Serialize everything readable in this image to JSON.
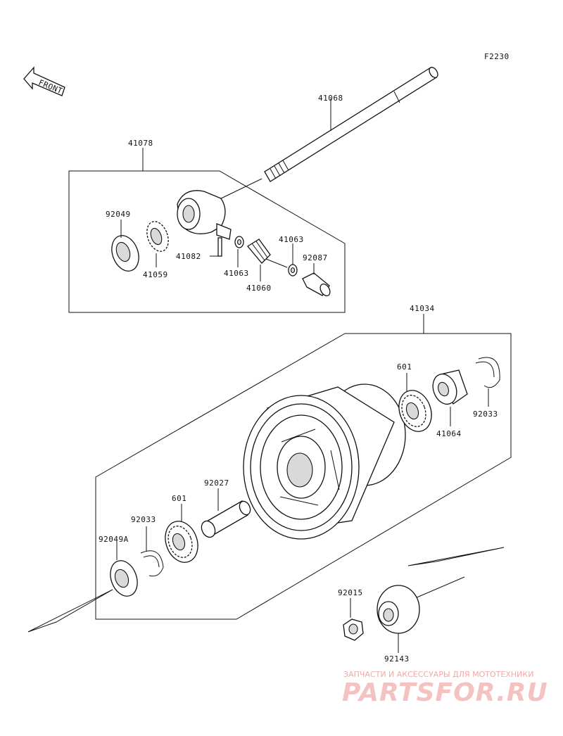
{
  "figure_code": "F2230",
  "direction_label": "FRONT",
  "labels": {
    "p41068": "41068",
    "p41078": "41078",
    "p92049": "92049",
    "p41059": "41059",
    "p41082": "41082",
    "p41063a": "41063",
    "p41063b": "41063",
    "p92087": "92087",
    "p41060": "41060",
    "p41034": "41034",
    "p601a": "601",
    "p41064": "41064",
    "p92033a": "92033",
    "p92027": "92027",
    "p601b": "601",
    "p92033b": "92033",
    "p92049A": "92049A",
    "p92015": "92015",
    "p92143": "92143"
  },
  "watermark": {
    "tagline": "ЗАПЧАСТИ И АКСЕССУАРЫ ДЛЯ МОТОТЕХНИКИ",
    "brand": "PARTSFOR.RU"
  },
  "colors": {
    "ink": "#111111",
    "watermark": "#f2a8a8"
  }
}
